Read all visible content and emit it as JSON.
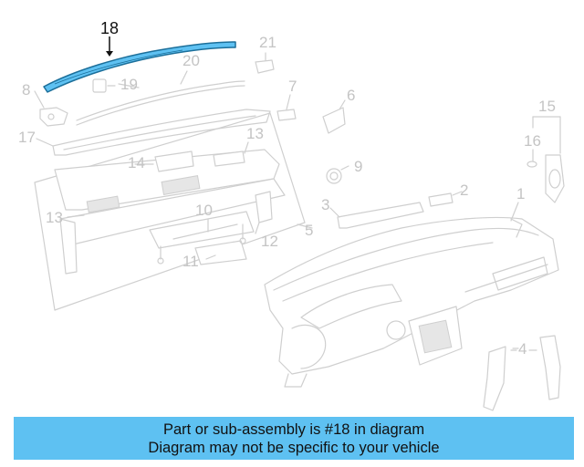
{
  "diagram": {
    "highlighted_part": "18",
    "highlight_color": "#5ec1f2",
    "outline_color": "#cfcfcf",
    "callouts": [
      "18",
      "21",
      "20",
      "19",
      "8",
      "7",
      "6",
      "17",
      "14",
      "13",
      "15",
      "16",
      "9",
      "13",
      "2",
      "3",
      "1",
      "10",
      "5",
      "12",
      "11",
      "4"
    ]
  },
  "banner": {
    "line1": "Part or sub-assembly is #18 in diagram",
    "line2": "Diagram may not be specific to your vehicle",
    "background": "#5ec1f2"
  }
}
